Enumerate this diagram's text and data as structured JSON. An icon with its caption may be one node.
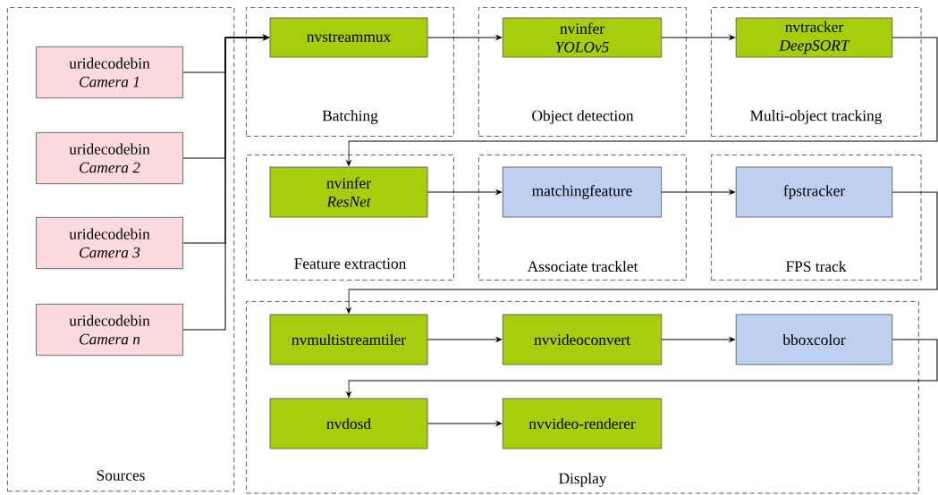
{
  "diagram": {
    "nodes": [
      {
        "text": [
          "Sources"
        ]
      },
      {
        "text": [
          "uridecodebin",
          "Camera 1"
        ],
        "in": 0
      },
      {
        "text": [
          "uridecodebin",
          "Camera 2"
        ],
        "in": 0
      },
      {
        "text": [
          "uridecodebin",
          "Camera 3"
        ],
        "in": 0
      },
      {
        "text": [
          "uridecodebin",
          "Camera n"
        ],
        "in": 0
      },
      {
        "text": [
          "Batching"
        ]
      },
      {
        "text": [
          "nvstreammux"
        ],
        "in": 5
      },
      {
        "text": [
          "Object detection"
        ]
      },
      {
        "text": [
          "nvinfer",
          "YOLOv5"
        ],
        "in": 7
      },
      {
        "text": [
          "Multi-object tracking"
        ]
      },
      {
        "text": [
          "nvtracker",
          "DeepSORT"
        ],
        "in": 9
      },
      {
        "text": [
          "Feature extraction"
        ]
      },
      {
        "text": [
          "nvinfer",
          "ResNet"
        ],
        "in": 11
      },
      {
        "text": [
          "Associate tracklet"
        ]
      },
      {
        "text": [
          "matchingfeature"
        ],
        "in": 13
      },
      {
        "text": [
          "FPS track"
        ]
      },
      {
        "text": [
          "fpstracker"
        ],
        "in": 15
      },
      {
        "text": [
          "Display"
        ]
      },
      {
        "text": [
          "nvmultistreamtiler"
        ],
        "in": 17
      },
      {
        "text": [
          "nvvideoconvert"
        ],
        "in": 17
      },
      {
        "text": [
          "bboxcolor"
        ],
        "in": 17
      },
      {
        "text": [
          "nvdosd"
        ],
        "in": 17
      },
      {
        "text": [
          "nvvideo-renderer"
        ],
        "in": 17
      }
    ],
    "edges": [
      {
        "from": 1,
        "to": 6,
        "arrow": "to"
      },
      {
        "from": 2,
        "to": 6,
        "arrow": "to"
      },
      {
        "from": 3,
        "to": 6,
        "arrow": "to"
      },
      {
        "from": 4,
        "to": 6,
        "arrow": "to"
      },
      {
        "from": 6,
        "to": 8,
        "arrow": "to"
      },
      {
        "from": 8,
        "to": 10,
        "arrow": "to"
      },
      {
        "from": 10,
        "to": 12,
        "arrow": "to"
      },
      {
        "from": 12,
        "to": 14,
        "arrow": "to"
      },
      {
        "from": 14,
        "to": 16,
        "arrow": "to"
      },
      {
        "from": 16,
        "to": 18,
        "arrow": "to"
      },
      {
        "from": 18,
        "to": 19,
        "arrow": "to"
      },
      {
        "from": 19,
        "to": 20,
        "arrow": "to"
      },
      {
        "from": 20,
        "to": 21,
        "arrow": "to"
      },
      {
        "from": 21,
        "to": 22,
        "arrow": "to"
      }
    ]
  }
}
